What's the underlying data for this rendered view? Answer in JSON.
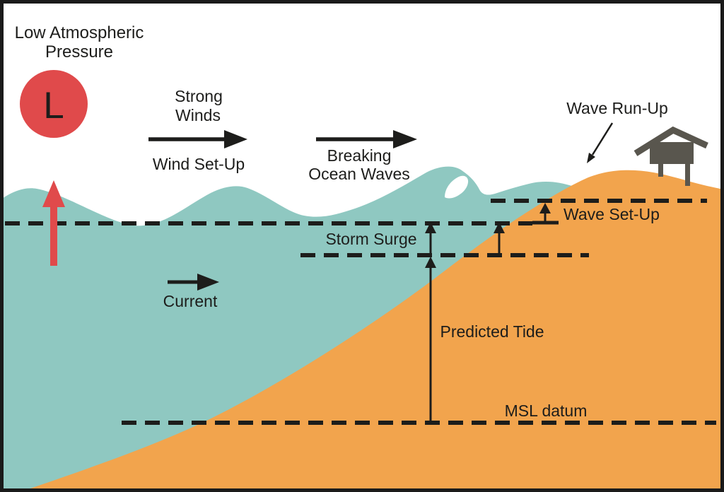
{
  "diagram": {
    "pressure": {
      "label_line1": "Low Atmospheric",
      "label_line2": "Pressure",
      "symbol": "L"
    },
    "wind": {
      "label_line1": "Strong",
      "label_line2": "Winds",
      "setup_label": "Wind Set-Up"
    },
    "waves": {
      "label_line1": "Breaking",
      "label_line2": "Ocean Waves"
    },
    "shore": {
      "run_up_label": "Wave Run-Up",
      "set_up_label": "Wave Set-Up"
    },
    "levels": {
      "storm_surge_label": "Storm Surge",
      "predicted_tide_label": "Predicted Tide",
      "msl_label": "MSL datum"
    },
    "current_label": "Current",
    "colors": {
      "water": "#8fc8c1",
      "sand": "#f2a44d",
      "low_pressure_red": "#e04a4b",
      "house_gray": "#59564e",
      "ink": "#1d1d1b",
      "background": "#ffffff"
    }
  }
}
